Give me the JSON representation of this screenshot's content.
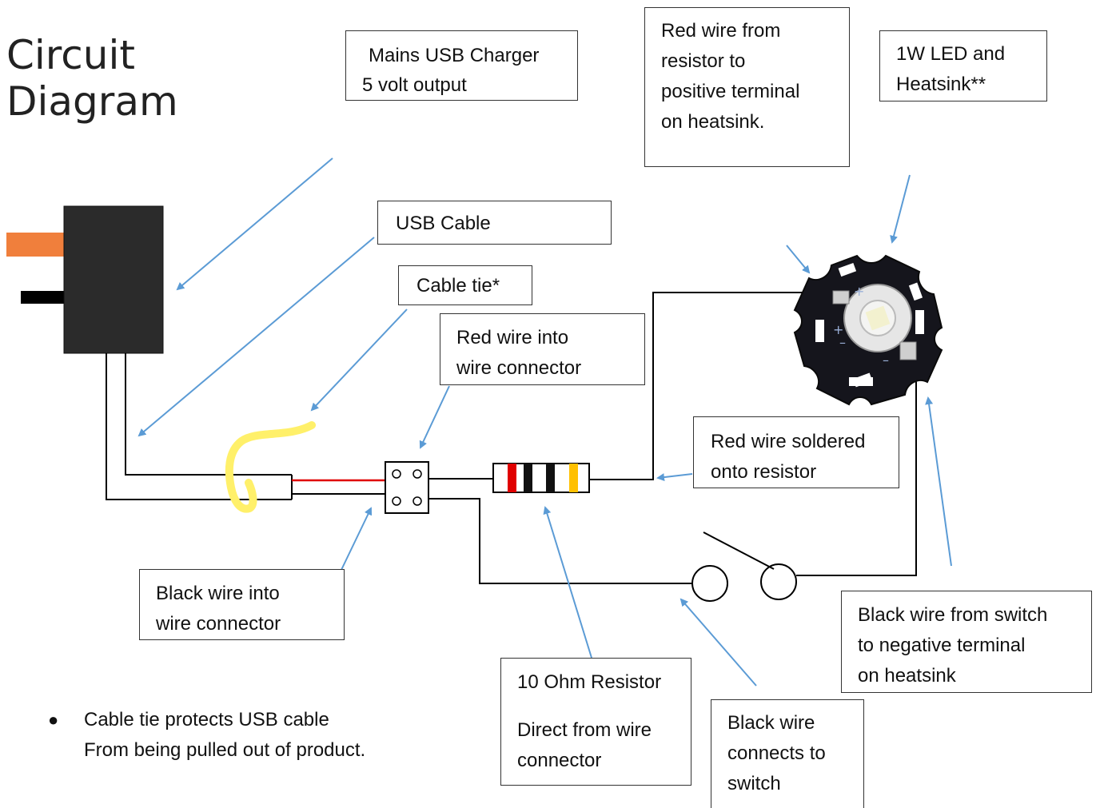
{
  "title": {
    "line1": "Circuit",
    "line2": "Diagram"
  },
  "labels": {
    "charger": {
      "line1": "Mains USB Charger",
      "line2": "5 volt output"
    },
    "usb_cable": "USB Cable",
    "cable_tie": "Cable tie*",
    "red_into_connector": {
      "line1": "Red wire into",
      "line2": "wire connector"
    },
    "red_resistor_to_positive": {
      "line1": "Red wire from",
      "line2": "resistor to",
      "line3": "positive terminal",
      "line4": "on heatsink."
    },
    "led": {
      "line1": "1W LED and",
      "line2": "Heatsink**"
    },
    "red_soldered": {
      "line1": "Red wire soldered",
      "line2": "onto resistor"
    },
    "black_into_connector": {
      "line1": "Black wire into",
      "line2": "wire connector"
    },
    "resistor": {
      "line1": "10 Ohm Resistor",
      "line2": "Direct from wire",
      "line3": "connector"
    },
    "black_to_switch": {
      "line1": "Black wire",
      "line2": "connects to",
      "line3": "switch"
    },
    "black_switch_to_negative": {
      "line1": "Black wire from switch",
      "line2": "to negative terminal",
      "line3": "on heatsink"
    }
  },
  "notes": [
    {
      "line1": "Cable tie protects USB cable",
      "line2": "From being pulled out of product."
    }
  ],
  "led_markings": {
    "plus_1": "+",
    "plus_2": "+",
    "minus_1": "–",
    "minus_2": "–"
  },
  "colors": {
    "arrow": "#5b9bd5",
    "plug_body": "#2b2b2b",
    "plug_pin": "#f07f3c",
    "cable_tie": "#fff06a",
    "red_wire": "#e00000",
    "resistor_bands": [
      "#e00000",
      "#111111",
      "#111111",
      "#ffc000"
    ]
  }
}
